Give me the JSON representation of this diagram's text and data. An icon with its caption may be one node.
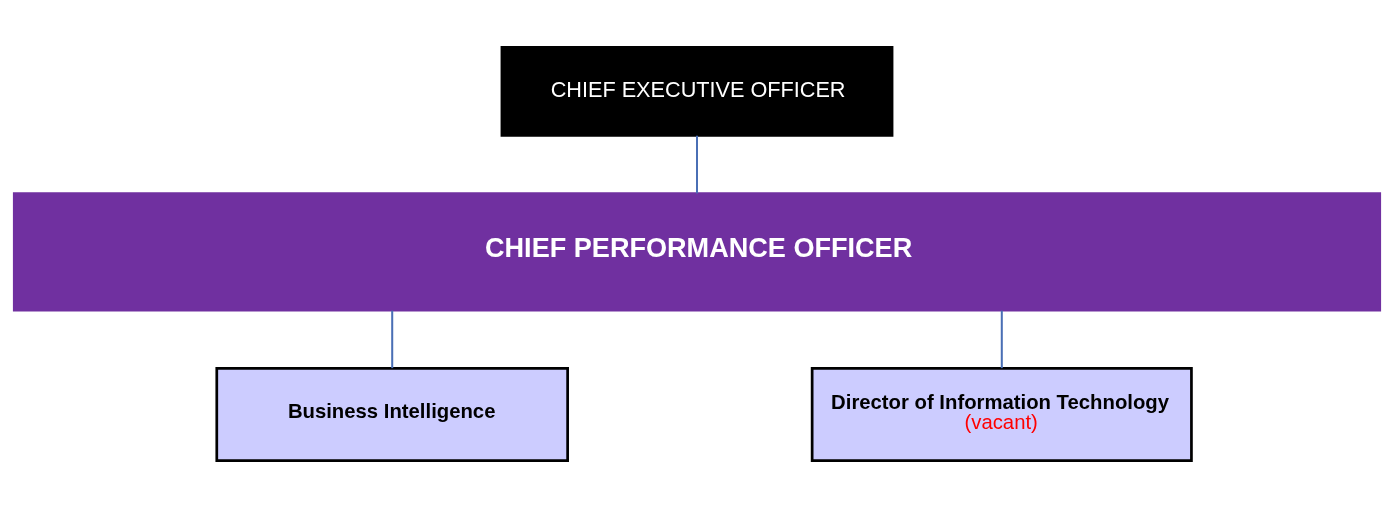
{
  "diagram": {
    "nodes": [
      {
        "text": [
          "CHIEF EXECUTIVE OFFICER"
        ]
      },
      {
        "text": [
          "CHIEF PERFORMANCE OFFICER"
        ]
      },
      {
        "text": [
          "Business Intelligence"
        ]
      },
      {
        "text": [
          "Director of Information Technology",
          "(vacant)"
        ]
      }
    ],
    "edges": [
      {
        "from": 0,
        "to": 1,
        "arrow": "none"
      },
      {
        "from": 1,
        "to": 2,
        "arrow": "none"
      },
      {
        "from": 1,
        "to": 3,
        "arrow": "none"
      }
    ]
  }
}
